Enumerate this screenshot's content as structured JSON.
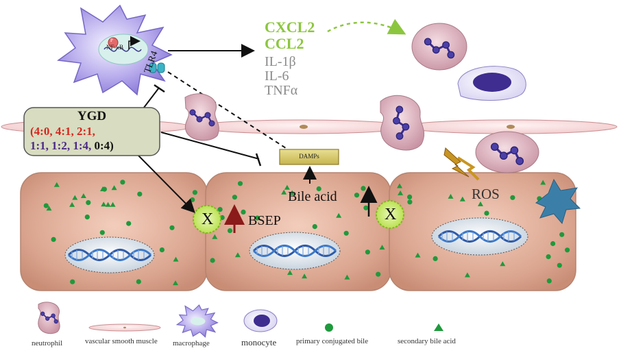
{
  "cytokines": {
    "green": [
      "CXCL2",
      "CCL2"
    ],
    "gray": [
      "IL-1β",
      "IL-6",
      "TNFα"
    ]
  },
  "receptor_label": "TLR4",
  "nfkb_label": "NF-κB",
  "nfkb_phospho": "P",
  "ygd": {
    "title": "YGD",
    "open": "(",
    "red_ratios": [
      "4:0,",
      "4:1,",
      "2:1,"
    ],
    "purple_ratios": [
      "1:1,",
      "1:2,",
      "1:4,"
    ],
    "black_ratio": "0:4)"
  },
  "damps_label": "DAMPs",
  "bile_acid_label": "Bile acid",
  "bsep_label": "BSEP",
  "ros_label": "ROS",
  "block_mark": "X",
  "legend": [
    {
      "icon": "neutrophil",
      "label": "neutrophil"
    },
    {
      "icon": "vascular-smooth-muscle",
      "label": "vascular smooth muscle"
    },
    {
      "icon": "macrophage",
      "label": "macrophage"
    },
    {
      "icon": "monocyte",
      "label": "monocyte"
    },
    {
      "icon": "primary-conjugated-bile",
      "label": "primary conjugated bile"
    },
    {
      "icon": "secondary-bile-acid",
      "label": "secondary bile acid"
    }
  ],
  "colors": {
    "hepatocyte": "#d9a48f",
    "green_dot": "#1e9a3c",
    "cytokine_green": "#8cc63f",
    "cytokine_gray": "#8a8a8a",
    "ratio_red": "#d7261e",
    "ratio_purple": "#4b2a85",
    "bsep_arrow": "#8b1a1a",
    "ygd_box": "#d8dcc0"
  }
}
